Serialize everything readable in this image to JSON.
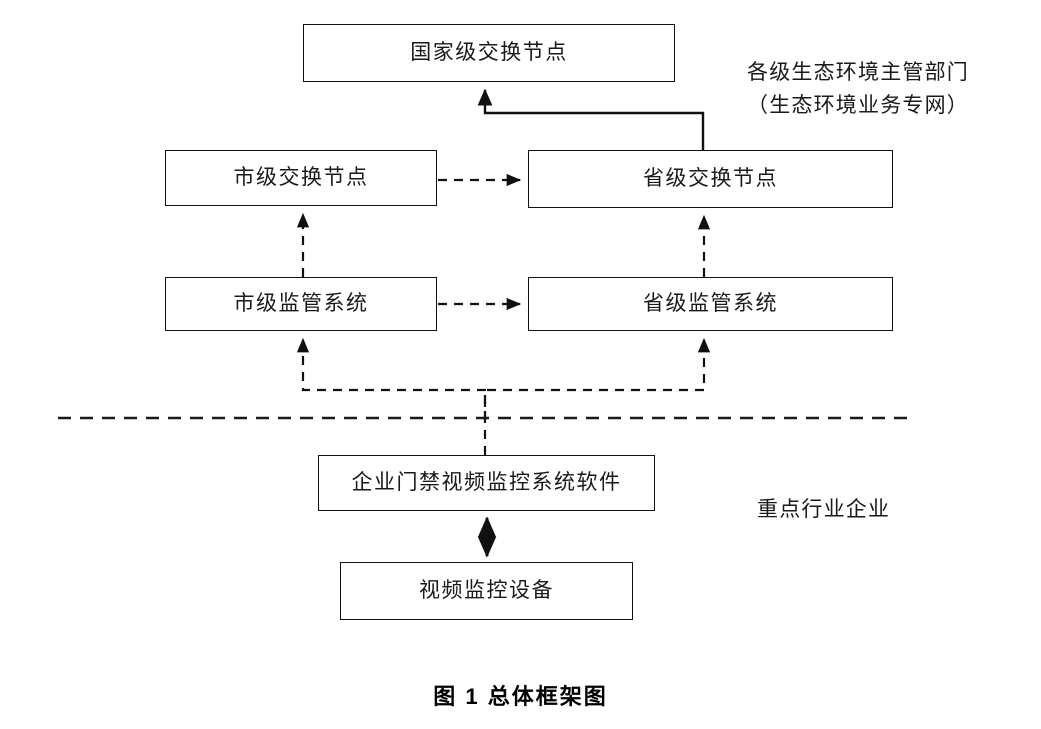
{
  "figure": {
    "caption": "图 1  总体框架图",
    "domain_separator_label": "dashed-domain-divider"
  },
  "nodes": [
    {
      "id": "national-exchange",
      "label": "国家级交换节点"
    },
    {
      "id": "city-exchange",
      "label": "市级交换节点"
    },
    {
      "id": "province-exchange",
      "label": "省级交换节点"
    },
    {
      "id": "city-system",
      "label": "市级监管系统"
    },
    {
      "id": "province-system",
      "label": "省级监管系统"
    },
    {
      "id": "enterprise-software",
      "label": "企业门禁视频监控系统软件"
    },
    {
      "id": "video-device",
      "label": "视频监控设备"
    }
  ],
  "side_labels": {
    "authority_line1": "各级生态环境主管部门",
    "authority_line2": "（生态环境业务专网）",
    "industry": "重点行业企业"
  },
  "edges": [
    {
      "id": "prov-exchange-to-national",
      "from": "province-exchange",
      "to": "national-exchange",
      "style": "solid",
      "arrow": "single"
    },
    {
      "id": "city-exchange-to-prov-exchange",
      "from": "city-exchange",
      "to": "province-exchange",
      "style": "dashed",
      "arrow": "single"
    },
    {
      "id": "city-system-to-city-exchange",
      "from": "city-system",
      "to": "city-exchange",
      "style": "dashed",
      "arrow": "single"
    },
    {
      "id": "city-system-to-prov-system",
      "from": "city-system",
      "to": "province-system",
      "style": "dashed",
      "arrow": "single"
    },
    {
      "id": "prov-system-to-prov-exchange",
      "from": "province-system",
      "to": "province-exchange",
      "style": "dashed",
      "arrow": "single"
    },
    {
      "id": "software-to-city-system",
      "from": "enterprise-software",
      "to": "city-system",
      "style": "dashed",
      "arrow": "single"
    },
    {
      "id": "software-to-prov-system",
      "from": "enterprise-software",
      "to": "province-system",
      "style": "dashed",
      "arrow": "single"
    },
    {
      "id": "software-to-device",
      "from": "enterprise-software",
      "to": "video-device",
      "style": "solid",
      "arrow": "double"
    }
  ],
  "colors": {
    "line": "#111111",
    "text": "#1a1a1a",
    "background": "#ffffff"
  }
}
